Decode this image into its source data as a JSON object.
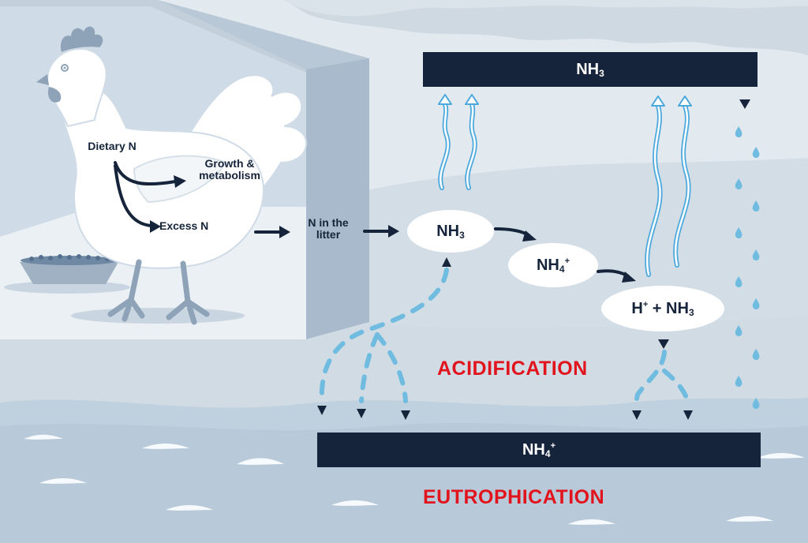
{
  "top_bar": {
    "base": "NH",
    "sub": "3"
  },
  "bottom_bar": {
    "base": "NH",
    "sub": "4",
    "sup": "+"
  },
  "hen": {
    "dietary": "Dietary N",
    "growth": "Growth & metabolism",
    "excess": "Excess N"
  },
  "litter": "N in the litter",
  "bubbles": {
    "nh3": {
      "base": "NH",
      "sub": "3"
    },
    "nh4": {
      "base": "NH",
      "sub": "4",
      "sup": "+"
    },
    "h_nh3": {
      "h": "H",
      "h_sup": "+",
      "plus": " + ",
      "base": "NH",
      "sub": "3"
    }
  },
  "acidification": "ACIDIFICATION",
  "eutrophication": "EUTROPHICATION",
  "colors": {
    "navy": "#15243a",
    "red": "#e1141e",
    "droplet": "#6fbce0",
    "arrow_outline": "#4aa8dc"
  }
}
